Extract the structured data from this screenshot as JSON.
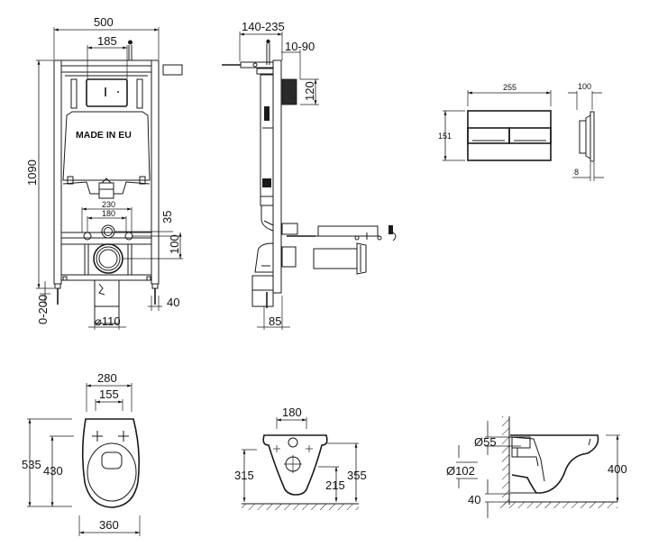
{
  "frame_front_view": {
    "label": "MADE IN EU",
    "dims": {
      "width": "500",
      "button_spacing": "185",
      "height": "1090",
      "leg_adjust": "0-200",
      "inlet_outer": "230",
      "inlet_inner": "180",
      "inlet_offset": "35",
      "outlet_offset": "100",
      "foot": "40",
      "drain_diameter": "⌀110"
    }
  },
  "frame_side_view": {
    "dims": {
      "depth": "140-235",
      "wall_gap": "10-90",
      "panel_height": "120",
      "foot_depth": "85"
    }
  },
  "flush_plate": {
    "dims": {
      "width": "255",
      "height": "151",
      "depth": "100",
      "thickness": "8"
    }
  },
  "toilet_top_view": {
    "dims": {
      "top_width": "280",
      "bolt_spacing": "155",
      "length": "535",
      "bolt_to_front": "430",
      "max_width": "360"
    }
  },
  "toilet_back_view": {
    "dims": {
      "bolt_spacing": "180",
      "bolt_height": "315",
      "outlet_height": "215",
      "top_height": "355"
    }
  },
  "toilet_side_view": {
    "dims": {
      "inlet_diameter": "Ø55",
      "outlet_diameter": "Ø102",
      "floor_gap": "40",
      "total_height": "400"
    }
  }
}
